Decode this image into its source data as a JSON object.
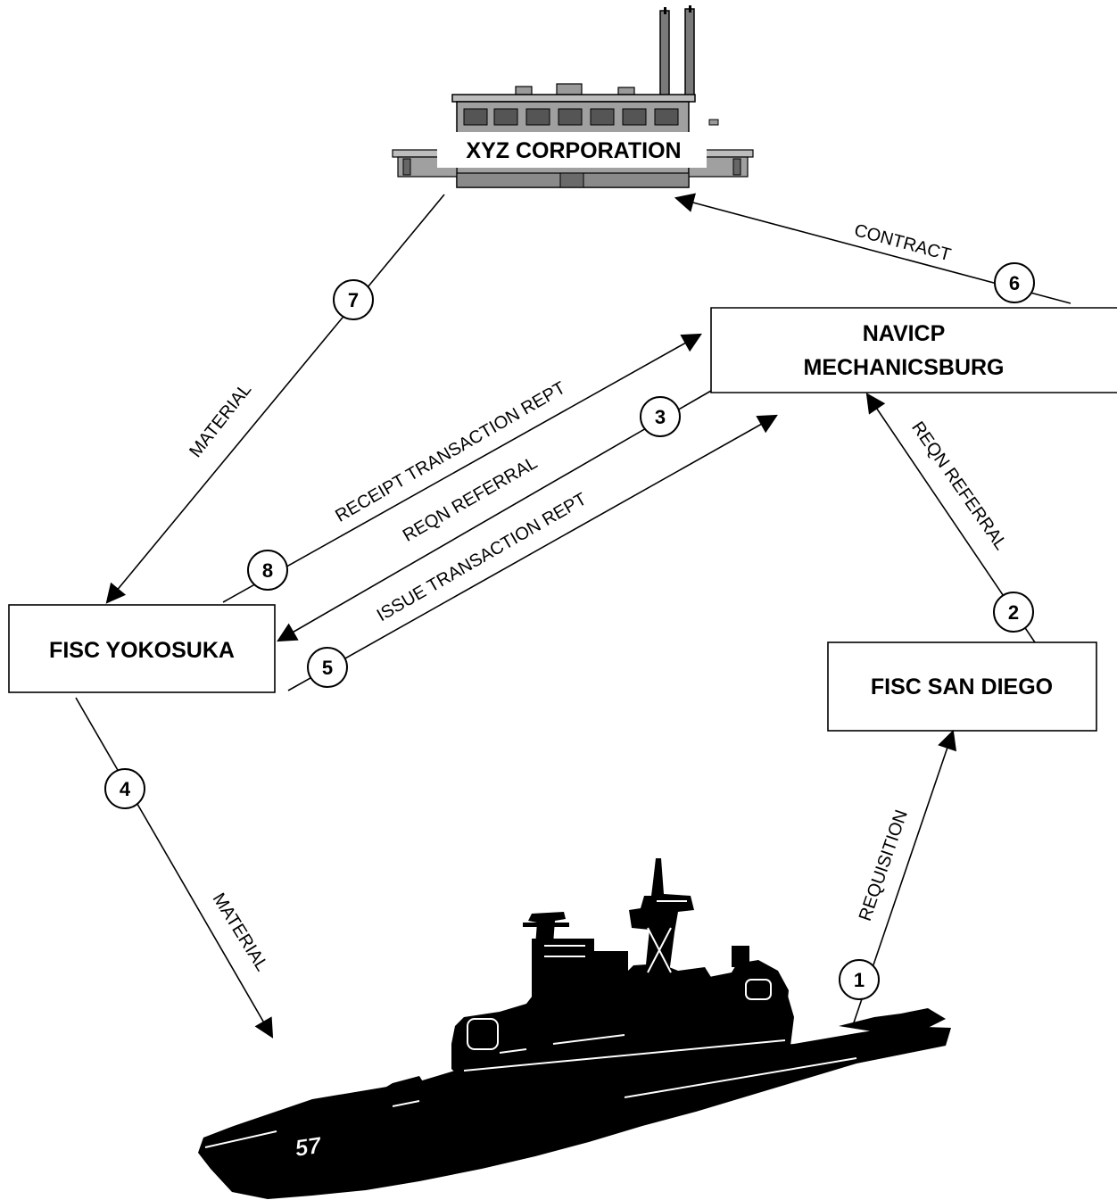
{
  "nodes": {
    "corporation": "XYZ CORPORATION",
    "navicp_line1": "NAVICP",
    "navicp_line2": "MECHANICSBURG",
    "yokosuka": "FISC YOKOSUKA",
    "san_diego": "FISC SAN DIEGO"
  },
  "edges": {
    "contract": "CONTRACT",
    "material_top": "MATERIAL",
    "receipt": "RECEIPT TRANSACTION REPT",
    "reqn_referral_left": "REQN REFERRAL",
    "issue": "ISSUE TRANSACTION REPT",
    "reqn_referral_right": "REQN REFERRAL",
    "material_bottom": "MATERIAL",
    "requisition": "REQUISITION"
  },
  "steps": [
    "1",
    "2",
    "3",
    "4",
    "5",
    "6",
    "7",
    "8"
  ],
  "ship": {
    "hull_number": "57"
  }
}
